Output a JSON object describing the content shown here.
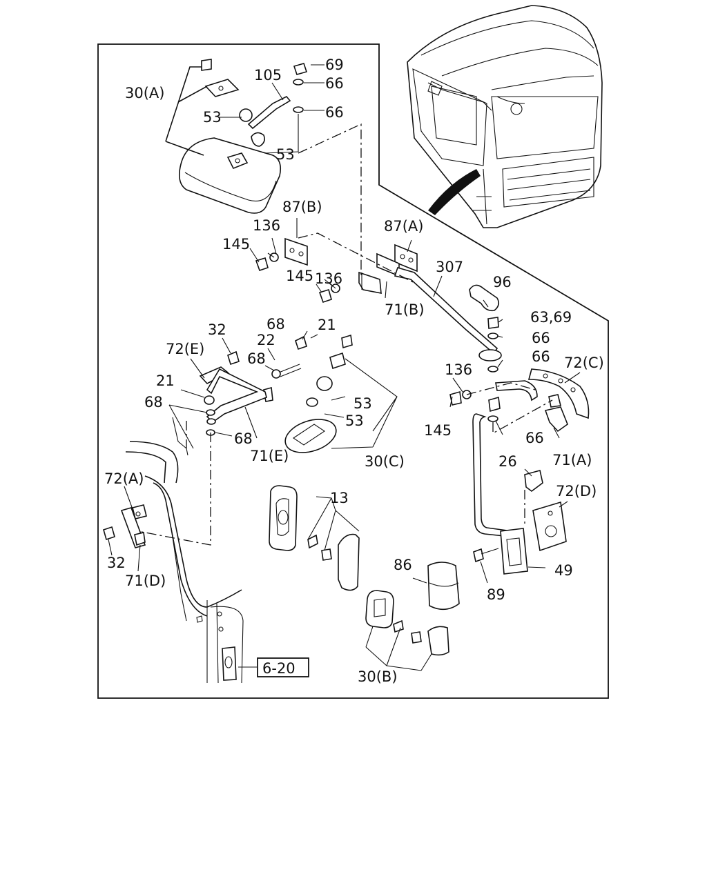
{
  "labels": {
    "l30a": "30(A)",
    "l105": "105",
    "l69a": "69",
    "l66a": "66",
    "l66b": "66",
    "l53a": "53",
    "l53b": "53",
    "l87b": "87(B)",
    "l136a": "136",
    "l145a": "145",
    "l136b": "136",
    "l145b": "145",
    "l87a": "87(A)",
    "l307": "307",
    "l71b": "71(B)",
    "l96": "96",
    "l6369": "63,69",
    "l66c": "66",
    "l66d": "66",
    "l72c": "72(C)",
    "l136c": "136",
    "l145c": "145",
    "l66e": "66",
    "l71a": "71(A)",
    "l26": "26",
    "l72d": "72(D)",
    "l49": "49",
    "l89": "89",
    "l86": "86",
    "l30b": "30(B)",
    "l13": "13",
    "l32a": "32",
    "l72e": "72(E)",
    "l21a": "21",
    "l68a": "68",
    "l22": "22",
    "l68b": "68",
    "l21b": "21",
    "l68c": "68",
    "l53c": "53",
    "l53d": "53",
    "l68d": "68",
    "l71e": "71(E)",
    "l30c": "30(C)",
    "l72a": "72(A)",
    "l32b": "32",
    "l71d": "71(D)",
    "ref": "6-20"
  }
}
